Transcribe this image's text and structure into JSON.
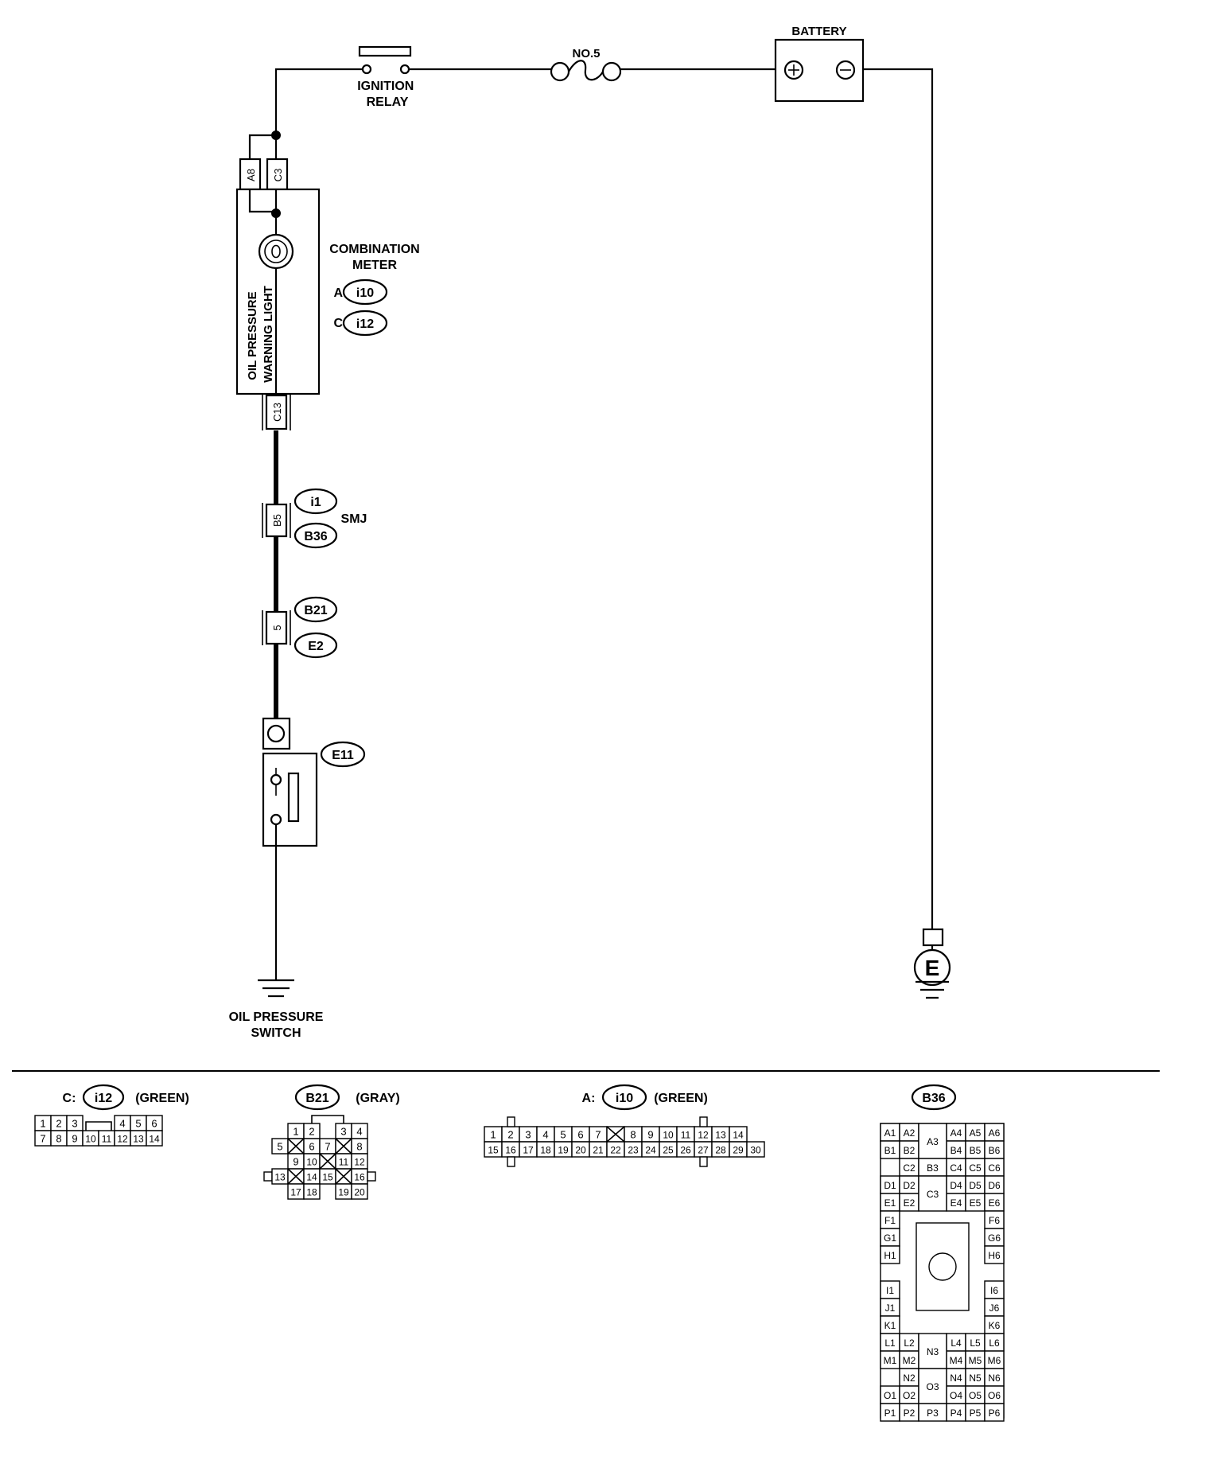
{
  "diagram": {
    "top": {
      "ignition_relay": "IGNITION\nRELAY",
      "fuse": "NO.5",
      "battery": "BATTERY",
      "battery_plus": "⊕",
      "battery_minus": "⊖"
    },
    "meter": {
      "pin_a8": "A8",
      "pin_c3": "C3",
      "pin_c13": "C13",
      "lamp_label_line1": "OIL PRESSURE",
      "lamp_label_line2": "WARNING LIGHT",
      "title_line1": "COMBINATION",
      "title_line2": "METER",
      "conn_a_prefix": "A:",
      "conn_a": "i10",
      "conn_c_prefix": "C:",
      "conn_c": "i12"
    },
    "smj": {
      "pin": "B5",
      "conn_top": "i1",
      "conn_bottom": "B36",
      "label": "SMJ"
    },
    "joint": {
      "pin": "5",
      "conn_top": "B21",
      "conn_bottom": "E2"
    },
    "switch": {
      "conn": "E11",
      "label_line1": "OIL PRESSURE",
      "label_line2": "SWITCH"
    },
    "ground": {
      "symbol": "E"
    },
    "connectors": {
      "c_i12": {
        "prefix": "C:",
        "id": "i12",
        "color": "(GREEN)",
        "row1": [
          "1",
          "2",
          "3",
          "",
          "4",
          "5",
          "6"
        ],
        "row2": [
          "7",
          "8",
          "9",
          "10",
          "11",
          "12",
          "13",
          "14"
        ]
      },
      "b21": {
        "id": "B21",
        "color": "(GRAY)"
      },
      "a_i10": {
        "prefix": "A:",
        "id": "i10",
        "color": "(GREEN)",
        "row1": [
          "1",
          "2",
          "3",
          "4",
          "5",
          "6",
          "7",
          "",
          "8",
          "9",
          "10",
          "11",
          "12",
          "13",
          "14"
        ],
        "row2": [
          "15",
          "16",
          "17",
          "18",
          "19",
          "20",
          "21",
          "22",
          "23",
          "24",
          "25",
          "26",
          "27",
          "28",
          "29",
          "30"
        ]
      },
      "b36": {
        "id": "B36"
      }
    }
  }
}
